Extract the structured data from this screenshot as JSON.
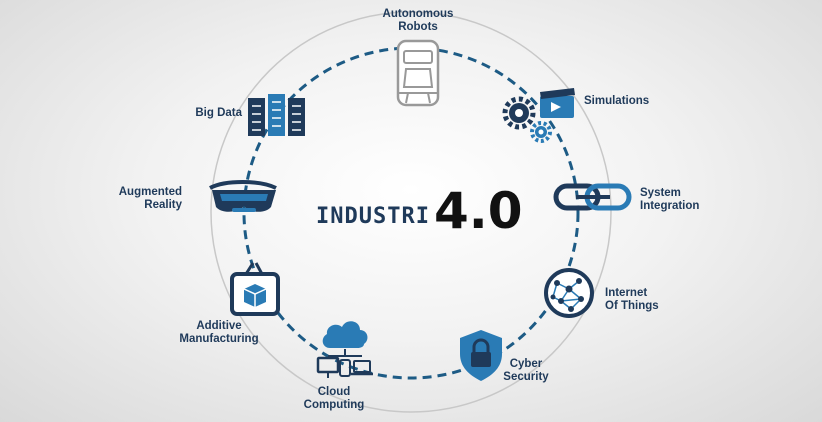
{
  "title": {
    "prefix": "INDUSTRI",
    "version": "4.0"
  },
  "colors": {
    "dash": "#1d5b85",
    "icon_dark": "#1f3a5a",
    "icon_blue": "#2a7bb5",
    "icon_light": "#3f9fd6",
    "outer_ring": "#c8c8c8",
    "label": "#1f3a5a"
  },
  "nodes": [
    {
      "id": "autonomous-robots",
      "label": "Autonomous\nRobots",
      "icon": "robot-vehicle-icon"
    },
    {
      "id": "simulations",
      "label": "Simulations",
      "icon": "gears-clapperboard-icon"
    },
    {
      "id": "system-integration",
      "label": "System\nIntegration",
      "icon": "chain-link-icon"
    },
    {
      "id": "internet-of-things",
      "label": "Internet\nOf Things",
      "icon": "network-globe-icon"
    },
    {
      "id": "cyber-security",
      "label": "Cyber\nSecurity",
      "icon": "shield-lock-icon"
    },
    {
      "id": "cloud-computing",
      "label": "Cloud\nComputing",
      "icon": "cloud-devices-icon"
    },
    {
      "id": "additive-manufacturing",
      "label": "Additive\nManufacturing",
      "icon": "3d-printer-icon"
    },
    {
      "id": "augmented-reality",
      "label": "Augmented\nReality",
      "icon": "ar-headset-icon"
    },
    {
      "id": "big-data",
      "label": "Big Data",
      "icon": "server-rack-icon"
    }
  ]
}
